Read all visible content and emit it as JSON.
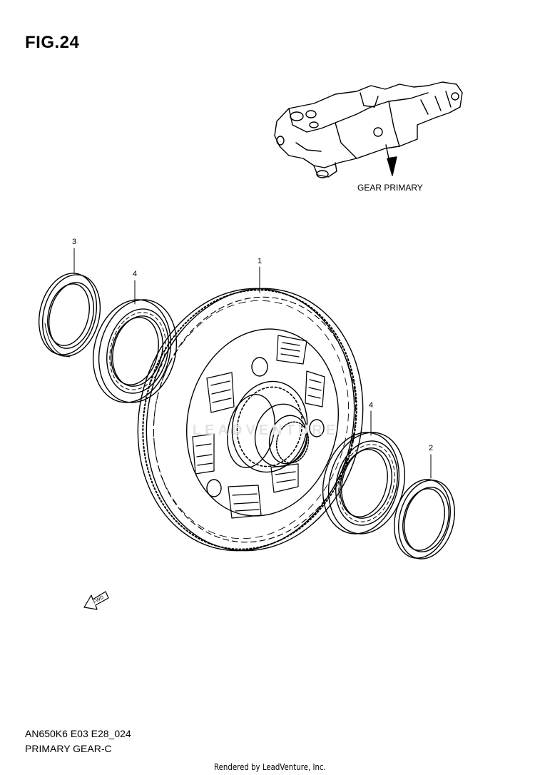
{
  "figure": {
    "title": "FIG.24",
    "reference_label": "GEAR PRIMARY",
    "model_code": "AN650K6 E03 E28_024",
    "subtitle": "PRIMARY GEAR-C",
    "render_credit": "Rendered by LeadVenture, Inc.",
    "watermark": "LEADVENTURE",
    "fwd_arrow_text": "FWD"
  },
  "callouts": [
    {
      "number": "1",
      "part": "primary gear"
    },
    {
      "number": "2",
      "part": "oil seal"
    },
    {
      "number": "3",
      "part": "oil seal"
    },
    {
      "number": "4",
      "part": "bearing"
    },
    {
      "number": "4",
      "part": "bearing"
    }
  ]
}
